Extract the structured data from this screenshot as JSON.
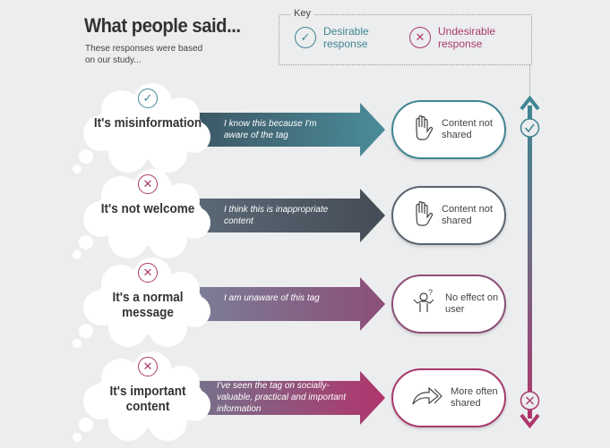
{
  "header": {
    "title": "What people said...",
    "subtitle": "These responses were based on our study..."
  },
  "key": {
    "label": "Key",
    "desirable": "Desirable response",
    "undesirable": "Undesirable response",
    "desirable_color": "#3f8593",
    "undesirable_color": "#a83a6c"
  },
  "rows": [
    {
      "status": "desirable",
      "thought": "It's misinformation",
      "reason": "I know this because I'm aware of the tag",
      "icon": "hand-stop-icon",
      "outcome": "Content not shared",
      "arrow_from": "#3d5866",
      "arrow_to": "#4b8c99",
      "border": "#3f8593"
    },
    {
      "status": "undesirable",
      "thought": "It's not welcome",
      "reason": "I think this is inappropriate content",
      "icon": "hand-stop-icon",
      "outcome": "Content not shared",
      "arrow_from": "#5b6876",
      "arrow_to": "#444c55",
      "border": "#5a6470"
    },
    {
      "status": "undesirable",
      "thought": "It's a normal message",
      "reason": "I am unaware of this tag",
      "icon": "confused-person-icon",
      "outcome": "No effect on user",
      "arrow_from": "#7c7d96",
      "arrow_to": "#8c4e78",
      "border": "#8c4e78"
    },
    {
      "status": "undesirable",
      "thought": "It's important content",
      "reason": "I've seen the tag on socially-valuable, practical and important information",
      "icon": "share-arrow-icon",
      "outcome": "More often shared",
      "arrow_from": "#76708a",
      "arrow_to": "#b0356c",
      "border": "#a83a6c"
    }
  ]
}
